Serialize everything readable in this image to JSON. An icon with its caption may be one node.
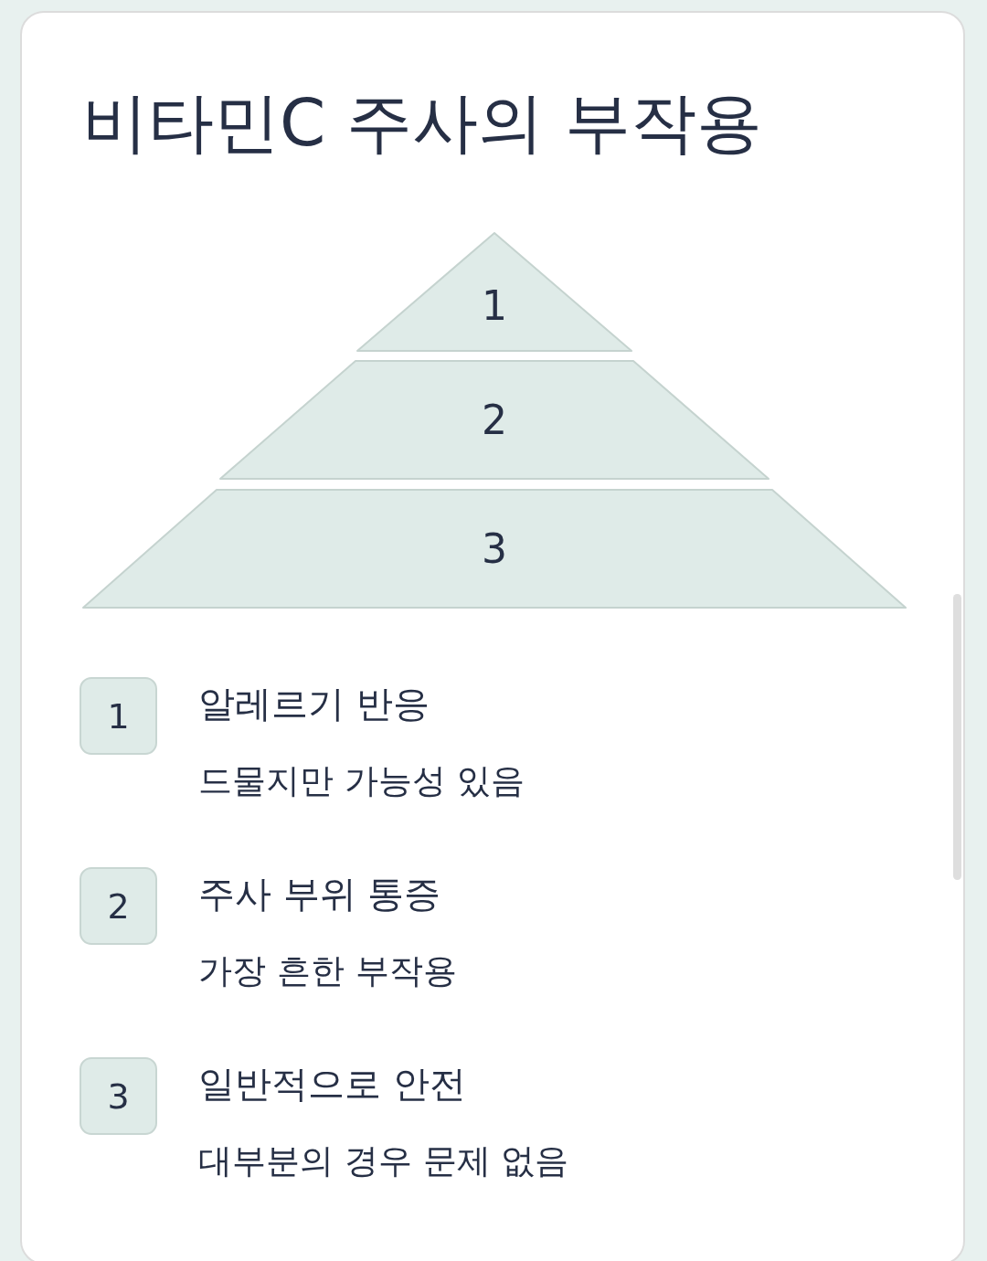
{
  "diagram": {
    "title": "비타민C 주사의 부작용",
    "nodes": [
      {
        "text": [
          "1"
        ]
      },
      {
        "text": [
          "2"
        ]
      },
      {
        "text": [
          "3"
        ]
      },
      {
        "text": [
          "1"
        ],
        "beside": [
          "알레르기 반응",
          "드물지만 가능성 있음"
        ]
      },
      {
        "text": [
          "2"
        ],
        "beside": [
          "주사 부위 통증",
          "가장 흔한 부작용"
        ]
      },
      {
        "text": [
          "3"
        ],
        "beside": [
          "일반적으로 안전",
          "대부분의 경우 문제 없음"
        ]
      }
    ]
  }
}
